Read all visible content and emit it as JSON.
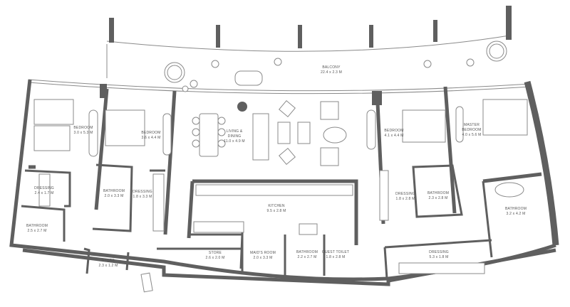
{
  "floor_plan": {
    "rooms": [
      {
        "id": "balcony",
        "name": "BALCONY",
        "size": "22.4 x 2.3 M"
      },
      {
        "id": "bedroom-1",
        "name": "BEDROOM",
        "size": "3.0 x 5.3 M"
      },
      {
        "id": "bedroom-2",
        "name": "BEDROOM",
        "size": "3.6 x 4.4 M"
      },
      {
        "id": "living-dining",
        "name": "LIVING &",
        "name2": "DINING",
        "size": "11.0 x 4.9 M"
      },
      {
        "id": "bedroom-3",
        "name": "BEDROOM",
        "size": "4.1 x 4.4 M"
      },
      {
        "id": "master-bedroom",
        "name": "MASTER",
        "name2": "BEDROOM",
        "size": "4.0 x 5.6 M"
      },
      {
        "id": "dressing-1",
        "name": "DRESSING",
        "size": "2.4 x 1.7 M"
      },
      {
        "id": "bathroom-1",
        "name": "BATHROOM",
        "size": "2.5 x 2.7 M"
      },
      {
        "id": "bathroom-2",
        "name": "BATHROOM",
        "size": "2.0 x 3.3 M"
      },
      {
        "id": "dressing-2",
        "name": "DRESSING",
        "size": "1.8 x 3.3 M"
      },
      {
        "id": "kitchen",
        "name": "KITCHEN",
        "size": "9.5 x 2.8 M"
      },
      {
        "id": "store-1",
        "name": "STORE",
        "size": "2.6 x 2.0 M"
      },
      {
        "id": "store-2",
        "name": "STORE",
        "size": "2.3 x 1.2 M"
      },
      {
        "id": "maids-room",
        "name": "MAID'S ROOM",
        "size": "2.0 x 3.3 M"
      },
      {
        "id": "bathroom-3",
        "name": "BATHROOM",
        "size": "2.2 x 2.7 M"
      },
      {
        "id": "guest-toilet",
        "name": "GUEST TOILET",
        "size": "1.8 x 2.8 M"
      },
      {
        "id": "dressing-3",
        "name": "DRESSING",
        "size": "1.8 x 2.8 M"
      },
      {
        "id": "bathroom-4",
        "name": "BATHROOM",
        "size": "2.3 x 2.8 M"
      },
      {
        "id": "bathroom-5",
        "name": "BATHROOM",
        "size": "3.2 x 4.2 M"
      },
      {
        "id": "dressing-4",
        "name": "DRESSING",
        "size": "5.3 x 1.8 M"
      }
    ],
    "colors": {
      "wall": "#5f5f5f",
      "line": "#8a8a8a",
      "background": "#ffffff"
    }
  }
}
